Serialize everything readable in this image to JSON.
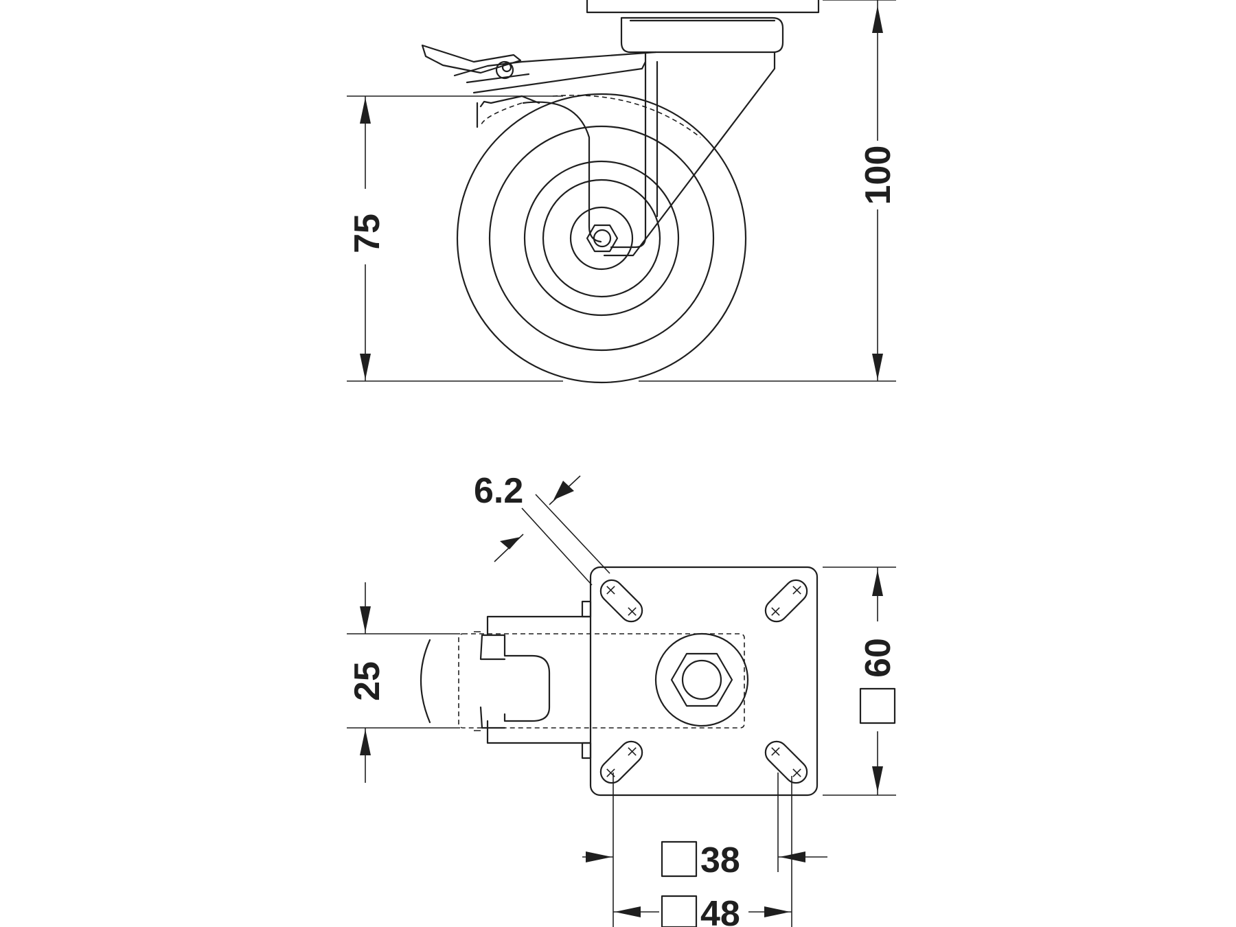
{
  "side_view": {
    "height_total": "100",
    "wheel_diameter": "75"
  },
  "top_view": {
    "slot_width": "6.2",
    "wheel_width": "25",
    "plate_size": "60",
    "hole_spacing_inner": "38",
    "hole_spacing_outer": "48"
  },
  "colors": {
    "line": "#1f1f1f",
    "background": "#ffffff"
  }
}
